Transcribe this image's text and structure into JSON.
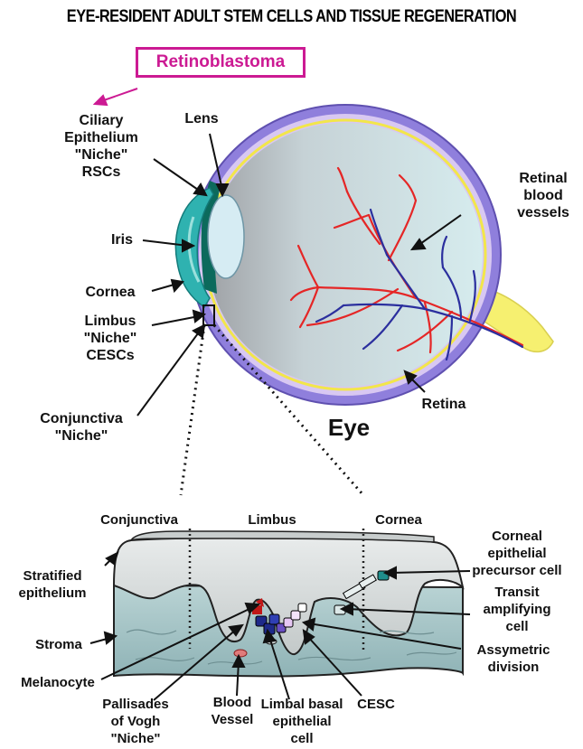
{
  "title": "EYE-RESIDENT ADULT STEM CELLS AND TISSUE REGENERATION",
  "highlight": {
    "label": "Retinoblastoma",
    "color": "#cc1a93"
  },
  "eye_labels": {
    "lens": "Lens",
    "ciliary": [
      "Ciliary",
      "Epithelium",
      "\"Niche\"",
      "RSCs"
    ],
    "iris": "Iris",
    "cornea": "Cornea",
    "limbus": [
      "Limbus",
      "\"Niche\"",
      "CESCs"
    ],
    "conjunctiva_niche": [
      "Conjunctiva",
      "\"Niche\""
    ],
    "retinal_vessels": [
      "Retinal",
      "blood",
      "vessels"
    ],
    "retina": "Retina",
    "eye": "Eye"
  },
  "detail_labels": {
    "conjunctiva": "Conjunctiva",
    "limbus": "Limbus",
    "cornea": "Cornea",
    "stratified": [
      "Stratified",
      "epithelium"
    ],
    "stroma": "Stroma",
    "melanocyte": "Melanocyte",
    "pallisades": [
      "Pallisades",
      "of Vogh",
      "\"Niche\""
    ],
    "blood_vessel": [
      "Blood",
      "Vessel"
    ],
    "limbal_basal": [
      "Limbal basal",
      "epithelial",
      "cell"
    ],
    "cesc": "CESC",
    "corneal_precursor": [
      "Corneal",
      "epithelial",
      "precursor cell"
    ],
    "transit": [
      "Transit",
      "amplifying",
      "cell"
    ],
    "assymetric": [
      "Assymetric",
      "division"
    ]
  },
  "colors": {
    "sclera_outer": "#8a78d8",
    "retina_band": "#d9c7f0",
    "retina_line": "#f5e84a",
    "vitreous": "#bcd4dc",
    "lens": "#d8eef4",
    "cornea": "#2fb2b0",
    "artery": "#e52626",
    "vein": "#2b2f9e",
    "optic_nerve": "#f6f070",
    "epithelium": "#d7dcdc",
    "stroma": "#a6c5c7"
  }
}
